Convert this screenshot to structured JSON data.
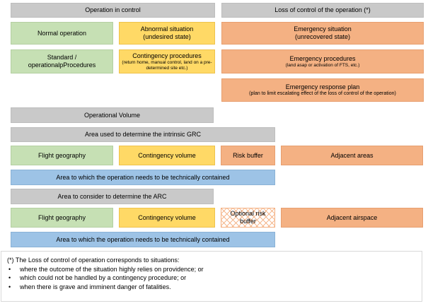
{
  "headers": {
    "operation_in_control": "Operation in control",
    "loss_of_control": "Loss of control of the operation (*)"
  },
  "row_situation": {
    "normal": "Normal operation",
    "abnormal": "Abnormal situation",
    "abnormal_sub": "(undesired state)",
    "emergency": "Emergency situation",
    "emergency_sub": "(unrecovered state)"
  },
  "row_procedures": {
    "standard_line1": "Standard /",
    "standard_line2": "operationalpProcedures",
    "contingency": "Contingency procedures",
    "contingency_sub": "(return home, manual control, land on a pre-determined site etc.)",
    "emergency": "Emergency procedures",
    "emergency_sub": "(land asap or activation of FTS, etc.)"
  },
  "erp": {
    "title": "Emergency response plan",
    "sub": "(plan to limit escalating effect of the loss of control of the operation)"
  },
  "volumes": {
    "operational_volume": "Operational Volume",
    "grc_area": "Area used to determine the intrinsic GRC",
    "flight_geography": "Flight geography",
    "contingency_volume": "Contingency volume",
    "risk_buffer": "Risk buffer",
    "adjacent_areas": "Adjacent areas",
    "contained_1": "Area to which the operation needs to be technically contained",
    "arc_area": "Area to consider to determine the ARC",
    "flight_geography_2": "Flight geography",
    "contingency_volume_2": "Contingency volume",
    "optional_risk_buffer_line1": "Optional risk",
    "optional_risk_buffer_line2": "buffer",
    "adjacent_airspace": "Adjacent airspace",
    "contained_2": "Area to which the operation needs to be technically contained"
  },
  "note": {
    "intro": "(*) The Loss of control of operation corresponds to situations:",
    "items": [
      "where the outcome of the situation highly relies on providence; or",
      "which could not be handled by a contingency procedure; or",
      "when there is grave and imminent danger of fatalities."
    ]
  },
  "colors": {
    "gray": "#c9c9c9",
    "green": "#c6e0b4",
    "yellow": "#ffd966",
    "orange": "#f4b183",
    "blue": "#9dc3e6"
  }
}
